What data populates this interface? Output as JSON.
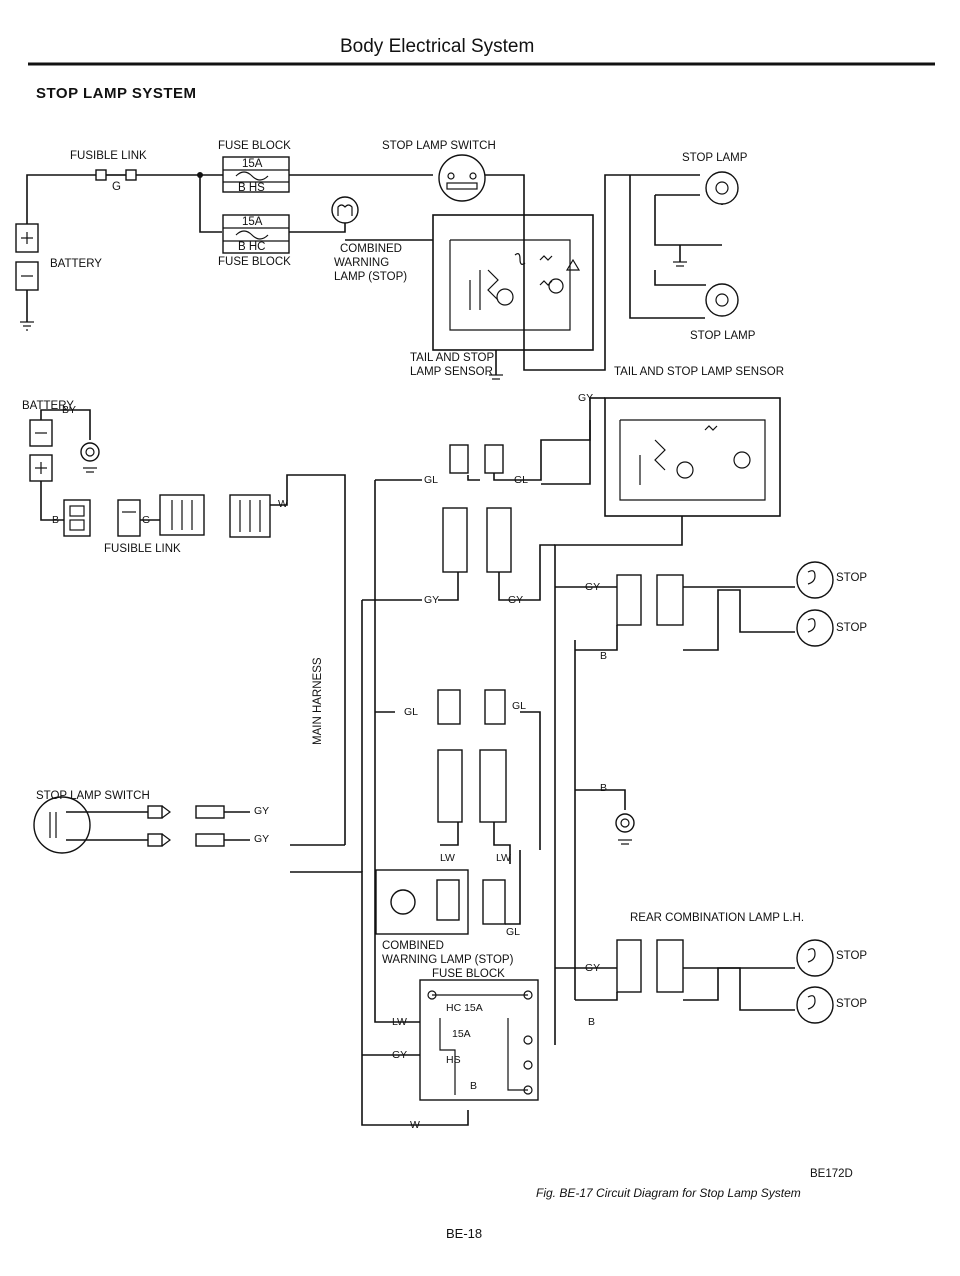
{
  "header": {
    "title": "Body Electrical System"
  },
  "section_title": "STOP LAMP SYSTEM",
  "schematic": {
    "fusible_link": "FUSIBLE LINK",
    "fusible_link_color": "G",
    "battery": "BATTERY",
    "fuse_block_top": "FUSE BLOCK",
    "fuse_hs_amp": "15A",
    "fuse_hs": "B  HS",
    "fuse_hc_amp": "15A",
    "fuse_hc": "B  HC",
    "fuse_block_bottom": "FUSE BLOCK",
    "stop_lamp_switch": "STOP LAMP SWITCH",
    "warning_lamp": [
      "COMBINED",
      "WARNING",
      "LAMP (STOP)"
    ],
    "tail_sensor": [
      "TAIL AND STOP",
      "LAMP SENSOR"
    ],
    "stop_lamp_top": "STOP LAMP",
    "stop_lamp_bottom": "STOP LAMP"
  },
  "harness": {
    "battery": "BATTERY",
    "fusible_link": "FUSIBLE LINK",
    "main_harness": "MAIN HARNESS",
    "stop_lamp_switch": "STOP LAMP SWITCH",
    "tail_sensor": "TAIL AND STOP LAMP SENSOR",
    "rear_combination": "REAR COMBINATION LAMP L.H.",
    "warning_lamp": [
      "COMBINED",
      "WARNING LAMP (STOP)"
    ],
    "fuse_block": "FUSE BLOCK",
    "hc15a": "HC 15A",
    "a15": "15A",
    "hs": "HS",
    "b": "B",
    "stop": "STOP",
    "colors": {
      "by": "BY",
      "b": "B",
      "g": "G",
      "w": "W",
      "gl": "GL",
      "gy": "GY",
      "lw": "LW"
    }
  },
  "footer": {
    "code": "BE172D",
    "fig_number": "Fig. BE-17",
    "fig_caption": "Circuit Diagram for Stop Lamp System",
    "page": "BE-18"
  }
}
